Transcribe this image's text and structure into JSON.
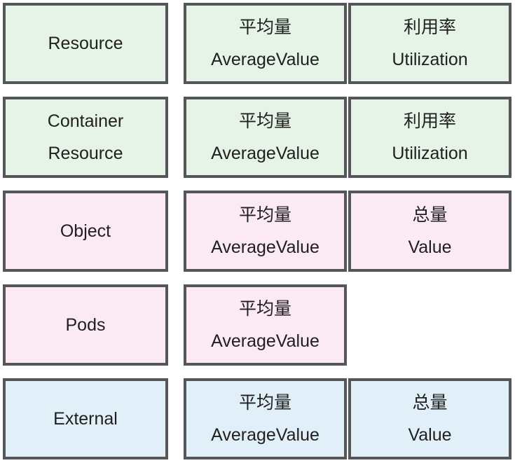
{
  "diagram": {
    "title": "hpa-metric-types",
    "colors": {
      "green": "#e5f4e6",
      "pink": "#fbe9f3",
      "blue": "#e1f0f8",
      "border": "#545659",
      "text": "#1f1f1f"
    },
    "rows": [
      {
        "id": "resource",
        "color": "green",
        "label_lines": [
          "Resource"
        ],
        "cells": [
          {
            "lines": [
              "平均量",
              "AverageValue"
            ]
          },
          {
            "lines": [
              "利用率",
              "Utilization"
            ]
          }
        ]
      },
      {
        "id": "container-resource",
        "color": "green",
        "label_lines": [
          "Container",
          "Resource"
        ],
        "cells": [
          {
            "lines": [
              "平均量",
              "AverageValue"
            ]
          },
          {
            "lines": [
              "利用率",
              "Utilization"
            ]
          }
        ]
      },
      {
        "id": "object",
        "color": "pink",
        "label_lines": [
          "Object"
        ],
        "cells": [
          {
            "lines": [
              "平均量",
              "AverageValue"
            ]
          },
          {
            "lines": [
              "总量",
              "Value"
            ]
          }
        ]
      },
      {
        "id": "pods",
        "color": "pink",
        "label_lines": [
          "Pods"
        ],
        "cells": [
          {
            "lines": [
              "平均量",
              "AverageValue"
            ]
          }
        ]
      },
      {
        "id": "external",
        "color": "blue",
        "label_lines": [
          "External"
        ],
        "cells": [
          {
            "lines": [
              "平均量",
              "AverageValue"
            ]
          },
          {
            "lines": [
              "总量",
              "Value"
            ]
          }
        ]
      }
    ]
  }
}
